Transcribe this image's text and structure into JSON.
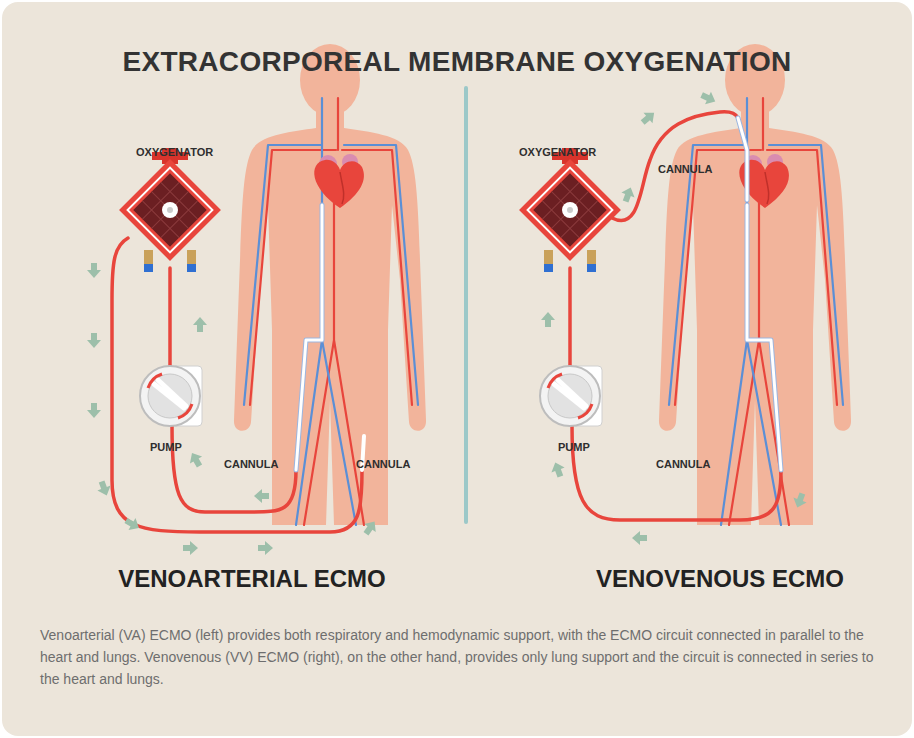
{
  "diagram": {
    "title": "EXTRACORPOREAL MEMBRANE OXYGENATION",
    "caption": "Venoarterial (VA) ECMO (left) provides both respiratory and hemodynamic support, with the ECMO circuit connected in parallel to the heart and lungs. Venovenous (VV) ECMO (right), on the other hand, provides only lung support and the circuit is connected in series to the heart and lungs.",
    "labels": [
      "OXYGENATOR",
      "PUMP",
      "CANNULA",
      "CANNULA",
      "VENOARTERIAL ECMO",
      "OXYGENATOR",
      "CANNULA",
      "PUMP",
      "CANNULA",
      "VENOVENOUS ECMO"
    ]
  }
}
